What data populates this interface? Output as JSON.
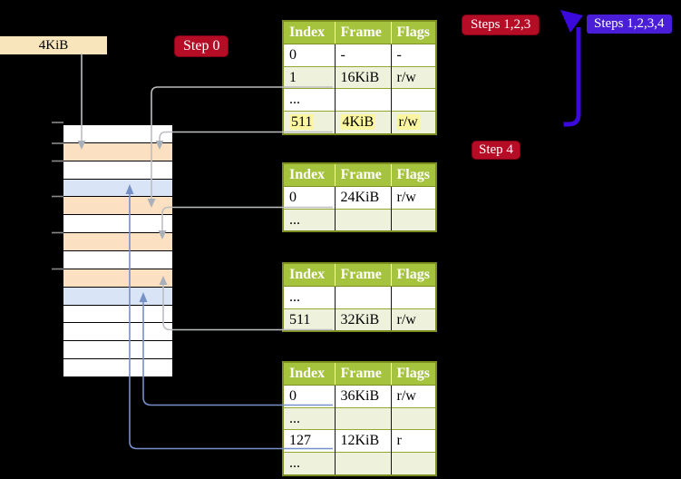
{
  "figure": {
    "frame_box_label": "4KiB",
    "labels": {
      "step0": "Step 0",
      "steps123": "Steps 1,2,3",
      "steps1234": "Steps 1,2,3,4",
      "step4": "Step 4"
    },
    "tables": [
      {
        "columns": [
          "Index",
          "Frame",
          "Flags"
        ],
        "rows": [
          {
            "index": "0",
            "frame": "-",
            "flags": "-"
          },
          {
            "index": "1",
            "frame": "16KiB",
            "flags": "r/w"
          },
          {
            "index": "...",
            "frame": "",
            "flags": ""
          },
          {
            "index": "511",
            "frame": "4KiB",
            "flags": "r/w",
            "highlighted": true
          }
        ]
      },
      {
        "columns": [
          "Index",
          "Frame",
          "Flags"
        ],
        "rows": [
          {
            "index": "0",
            "frame": "24KiB",
            "flags": "r/w"
          },
          {
            "index": "...",
            "frame": "",
            "flags": ""
          }
        ]
      },
      {
        "columns": [
          "Index",
          "Frame",
          "Flags"
        ],
        "rows": [
          {
            "index": "...",
            "frame": "",
            "flags": ""
          },
          {
            "index": "511",
            "frame": "32KiB",
            "flags": "r/w"
          }
        ]
      },
      {
        "columns": [
          "Index",
          "Frame",
          "Flags"
        ],
        "rows": [
          {
            "index": "0",
            "frame": "36KiB",
            "flags": "r/w"
          },
          {
            "index": "...",
            "frame": "",
            "flags": ""
          },
          {
            "index": "127",
            "frame": "12KiB",
            "flags": "r"
          },
          {
            "index": "...",
            "frame": "",
            "flags": ""
          }
        ]
      }
    ],
    "memory_column": {
      "rows": [
        {
          "kind": "free",
          "css": "mem-row free"
        },
        {
          "kind": "page-table",
          "css": "mem-row pt"
        },
        {
          "kind": "free",
          "css": "mem-row free"
        },
        {
          "kind": "mapped-page",
          "css": "mem-row mp"
        },
        {
          "kind": "page-table",
          "css": "mem-row pt"
        },
        {
          "kind": "free",
          "css": "mem-row free"
        },
        {
          "kind": "page-table",
          "css": "mem-row pt"
        },
        {
          "kind": "free",
          "css": "mem-row free"
        },
        {
          "kind": "page-table",
          "css": "mem-row pt"
        },
        {
          "kind": "mapped-page",
          "css": "mem-row mp"
        },
        {
          "kind": "free",
          "css": "mem-row free"
        },
        {
          "kind": "free",
          "css": "mem-row free"
        },
        {
          "kind": "free",
          "css": "mem-row free"
        },
        {
          "kind": "free",
          "css": "mem-row free"
        }
      ]
    },
    "colors": {
      "table_header": "#a5c33d",
      "table_row_alt": "#eef2dc",
      "table_border": "#7e8d20",
      "yellow_highlight": "#fdf6a0",
      "red_label": "#b50d26",
      "blue_label": "#4a1ed9",
      "blue_loop_arrow": "#3c09dd",
      "frame_box": "#f8e5bb",
      "page_table_frame": "#fce0c2",
      "mapped_page_frame": "#d9e4f6",
      "gray_arrow": "#bcbec2",
      "blue_arrow_line": "#7691c7"
    }
  }
}
